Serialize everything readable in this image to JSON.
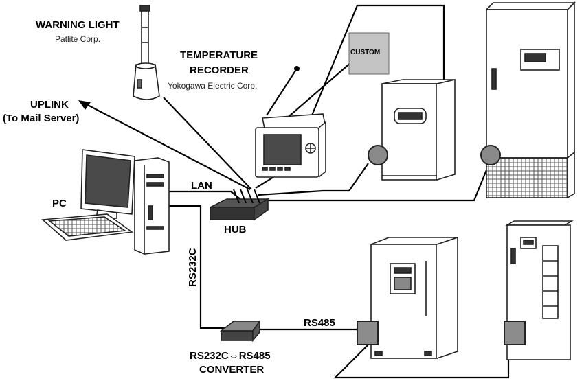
{
  "labels": {
    "warning_light_title": "WARNING LIGHT",
    "warning_light_maker": "Patlite Corp.",
    "temp_recorder_line1": "TEMPERATURE",
    "temp_recorder_line2": "RECORDER",
    "temp_recorder_maker": "Yokogawa Electric Corp.",
    "custom": "CUSTOM",
    "uplink_line1": "UPLINK",
    "uplink_line2": "(To Mail Server)",
    "pc": "PC",
    "lan": "LAN",
    "hub": "HUB",
    "rs232c": "RS232C",
    "rs485": "RS485",
    "converter_line1": "RS232C⇔RS485",
    "converter_line2": "CONVERTER"
  },
  "colors": {
    "line": "#000000",
    "outline": "#222222",
    "gray_box": "#8c8c8c",
    "gray_circle": "#8a8a8a",
    "custom_box": "#c4c4c4",
    "device_fill": "#ffffff",
    "screen": "#4a4a4a"
  }
}
